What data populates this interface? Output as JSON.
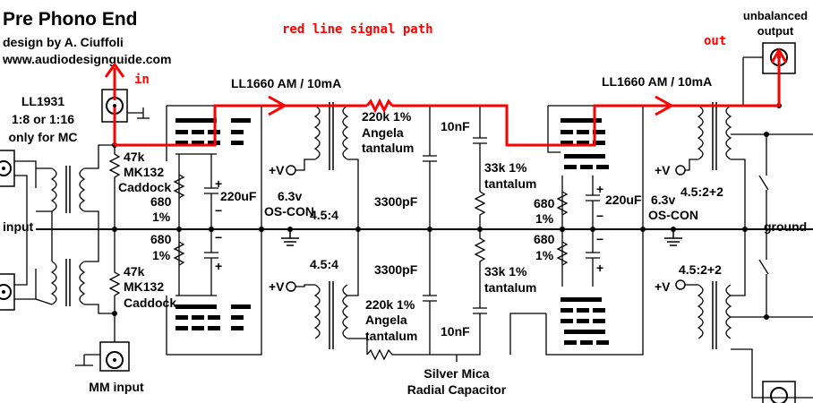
{
  "header": {
    "title": "Pre Phono End",
    "designer": "design by A. Ciuffoli",
    "website": "www.audiodesignguide.com"
  },
  "notes": {
    "signal_path": "red line signal path",
    "in": "in",
    "out": "out",
    "unbalanced_output": [
      "unbalanced",
      "output"
    ]
  },
  "input_transformer": {
    "lines": [
      "LL1931",
      "1:8 or 1:16",
      "only for MC"
    ]
  },
  "labels": {
    "input": "input",
    "ground": "ground",
    "mm_input": "MM input",
    "silver_mica": [
      "Silver Mica",
      "Radial Capacitor"
    ]
  },
  "components": {
    "ll1660_left": "LL1660 AM / 10mA",
    "ll1660_right": "LL1660 AM / 10mA",
    "res_47k_top": [
      "47k",
      "MK132",
      "Caddock"
    ],
    "res_47k_bottom": [
      "47k",
      "MK132",
      "Caddock"
    ],
    "res_680_1": [
      "680",
      "1%"
    ],
    "res_680_2": [
      "680",
      "1%"
    ],
    "res_680_3": [
      "680",
      "1%"
    ],
    "res_680_4": [
      "680",
      "1%"
    ],
    "cap_220uF_left": "220uF",
    "cap_220uF_right": "220uF",
    "oscon_left": [
      "6.3v",
      "OS-CON"
    ],
    "oscon_right": [
      "6.3v",
      "OS-CON"
    ],
    "ratio_left_top": "4.5:4",
    "ratio_left_bottom": "4.5:4",
    "ratio_right_top": "4.5:2+2",
    "ratio_right_bottom": "4.5:2+2",
    "res_220k_top": [
      "220k 1%",
      "Angela",
      "tantalum"
    ],
    "res_220k_bottom": [
      "220k 1%",
      "Angela",
      "tantalum"
    ],
    "cap_3300_top": "3300pF",
    "cap_3300_bottom": "3300pF",
    "cap_10n_top": "10nF",
    "cap_10n_bottom": "10nF",
    "res_33k_top": [
      "33k 1%",
      "tantalum"
    ],
    "res_33k_bottom": [
      "33k 1%",
      "tantalum"
    ],
    "supply_1": "+V",
    "supply_2": "+V",
    "supply_3": "+V",
    "supply_4": "+V"
  },
  "colors": {
    "signal": "#ff0000",
    "wire": "#000000",
    "background": "#ffffff"
  }
}
